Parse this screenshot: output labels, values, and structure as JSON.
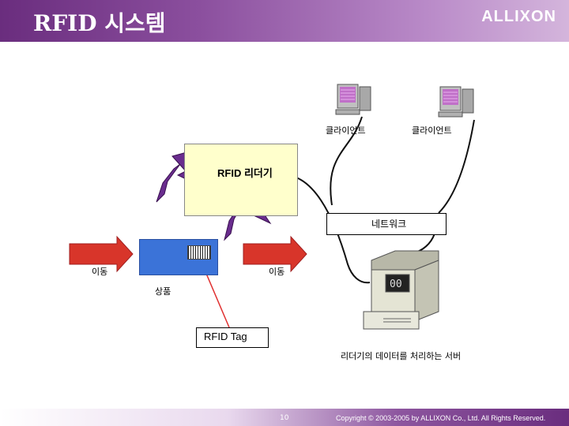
{
  "header": {
    "title": "RFID 시스템",
    "logo": "ALLIXON"
  },
  "diagram": {
    "client_left_label": "클라이언트",
    "client_right_label": "클라이언트",
    "reader_label": "RFID 리더기",
    "network_label": "네트워크",
    "product_label": "상품",
    "move_left_label": "이동",
    "move_right_label": "이동",
    "tag_label": "RFID Tag",
    "server_label": "리더기의 데이터를 처리하는 서버"
  },
  "footer": {
    "page_number": "10",
    "copyright": "Copyright © 2003-2005 by ALLIXON Co., Ltd. All Rights Reserved."
  },
  "colors": {
    "header": "#6a2d7e",
    "reader_box": "#ffffcc",
    "product_box": "#3b73d8",
    "arrow": "#d8352a",
    "lightning": "#6a2d8e"
  }
}
